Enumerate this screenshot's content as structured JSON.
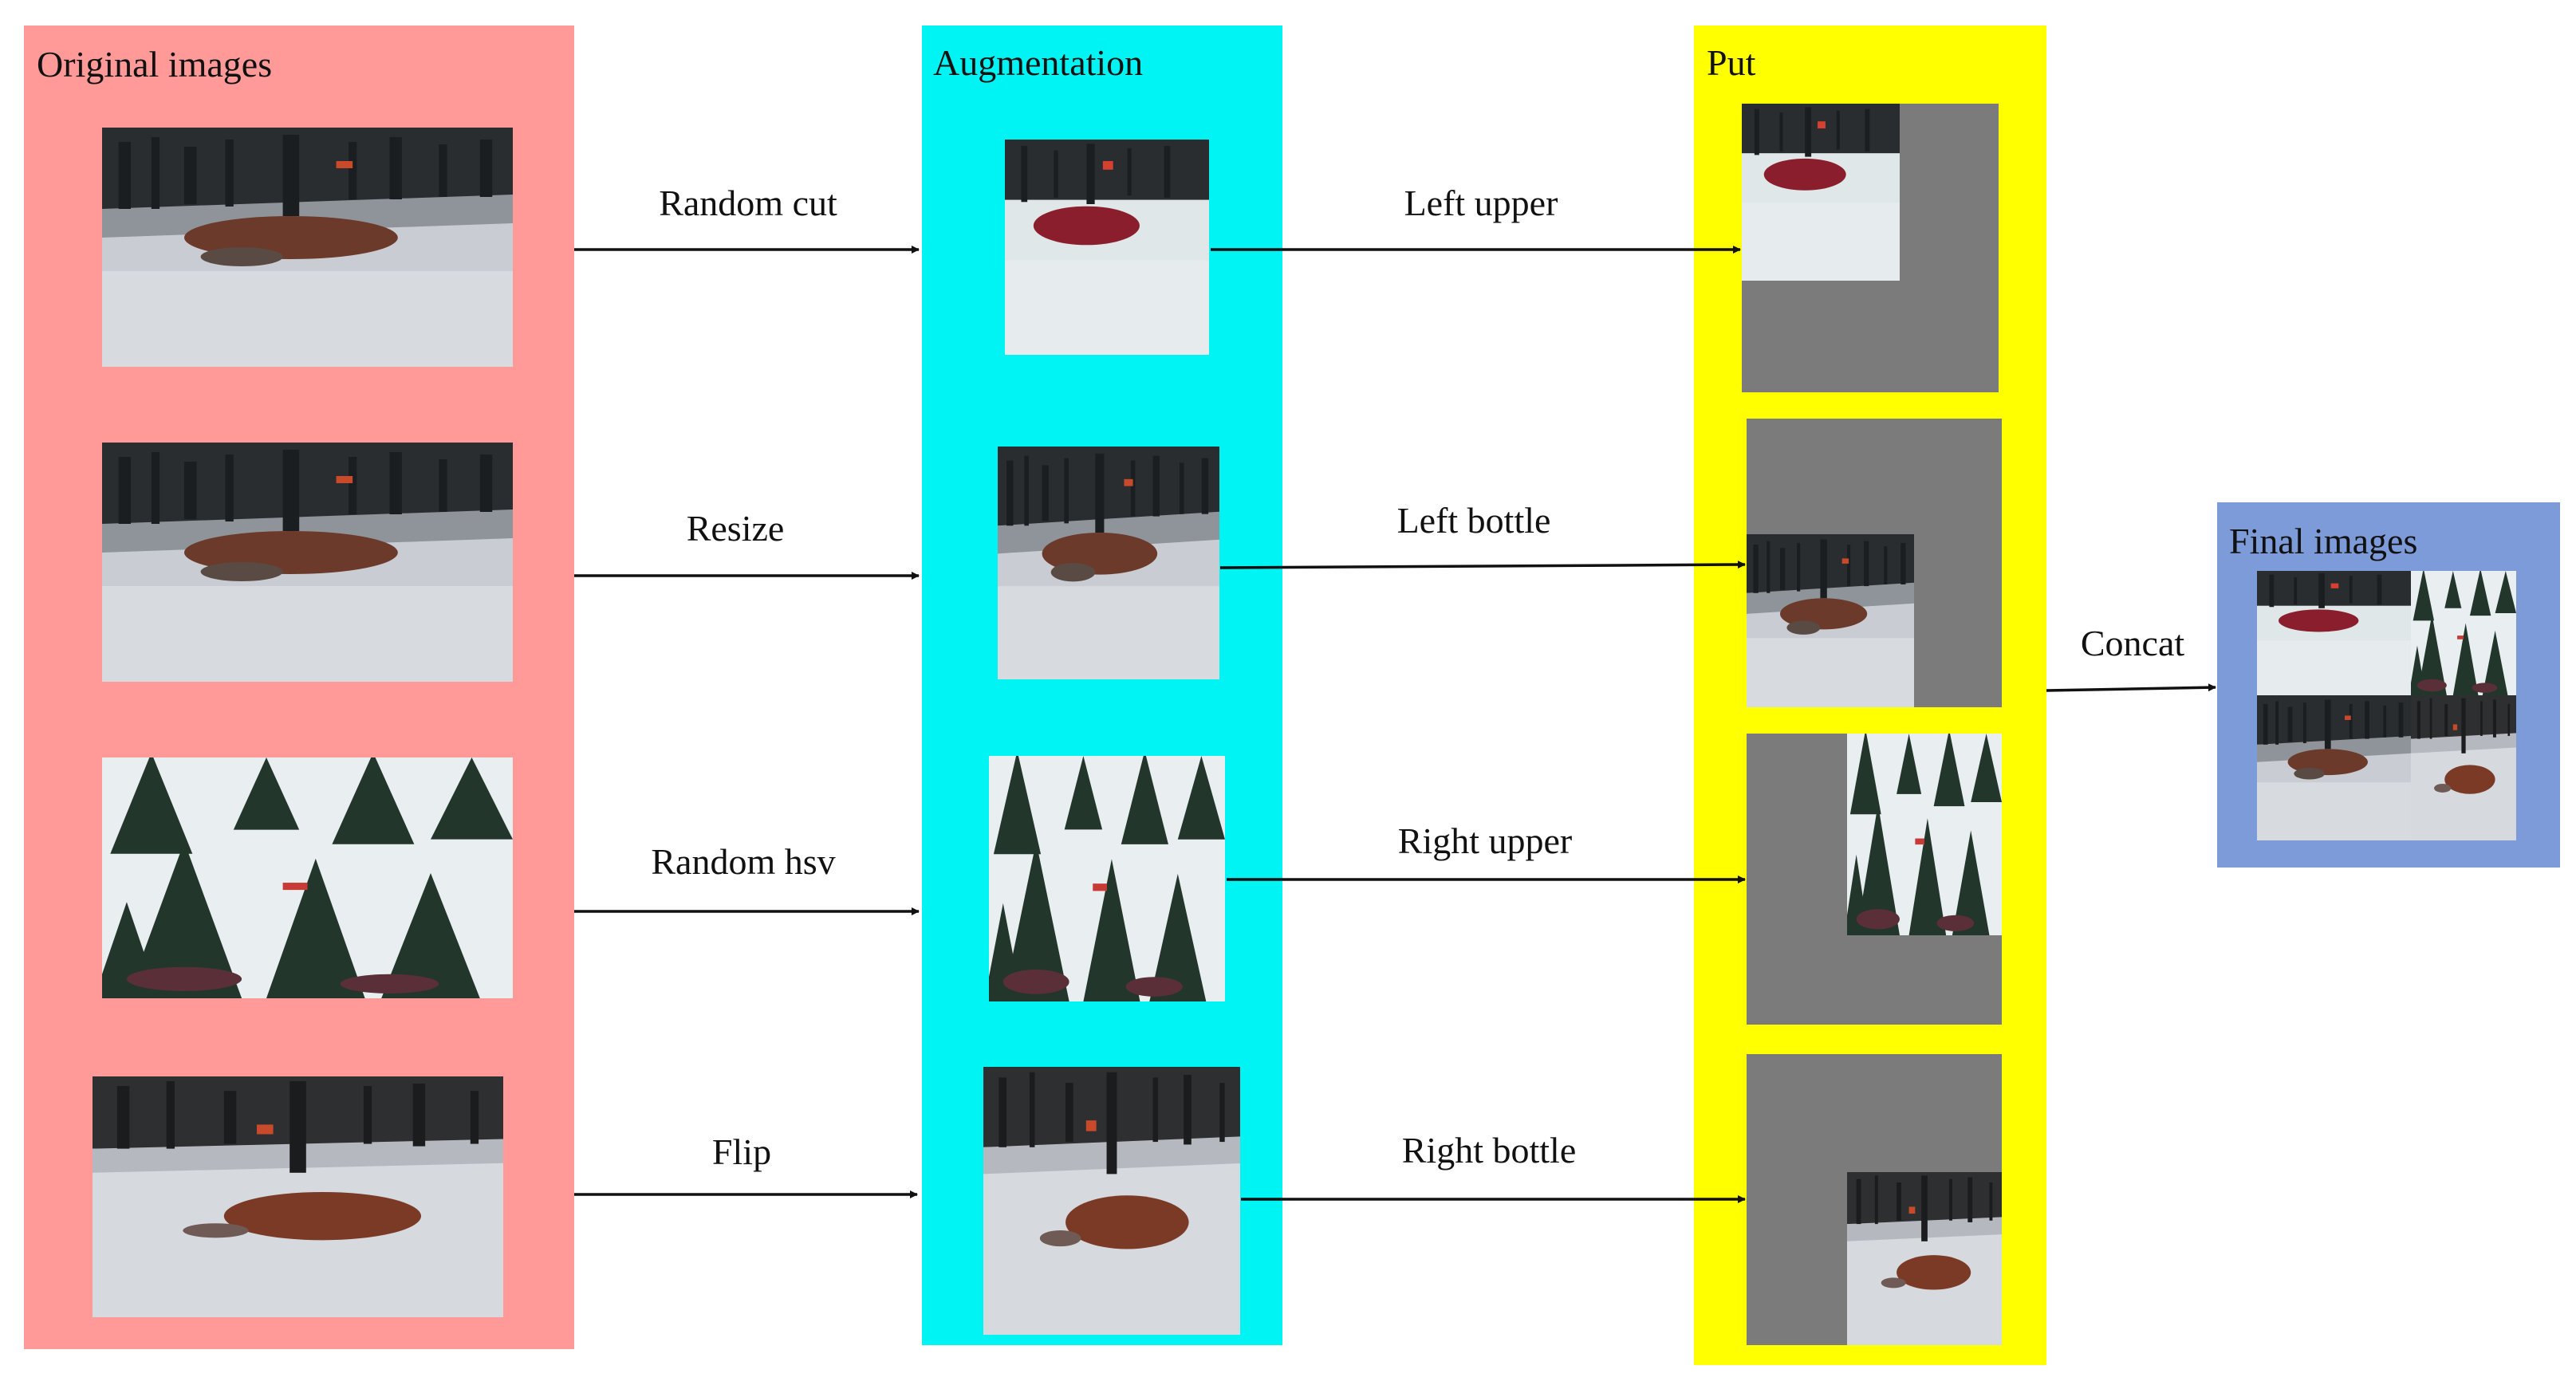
{
  "panels": {
    "original": "Original images",
    "augmentation": "Augmentation",
    "put": "Put",
    "final": "Final images"
  },
  "steps": {
    "random_cut": "Random cut",
    "resize": "Resize",
    "random_hsv": "Random hsv",
    "flip": "Flip",
    "left_upper": "Left upper",
    "left_bottle": "Left bottle",
    "right_upper": "Right upper",
    "right_bottle": "Right bottle",
    "concat": "Concat"
  },
  "colors": {
    "original_panel": "#ff9a98",
    "augmentation_panel": "#00f4f4",
    "put_panel": "#ffff00",
    "final_panel": "#7d9bd8",
    "gray_fill": "#7b7b7b"
  }
}
